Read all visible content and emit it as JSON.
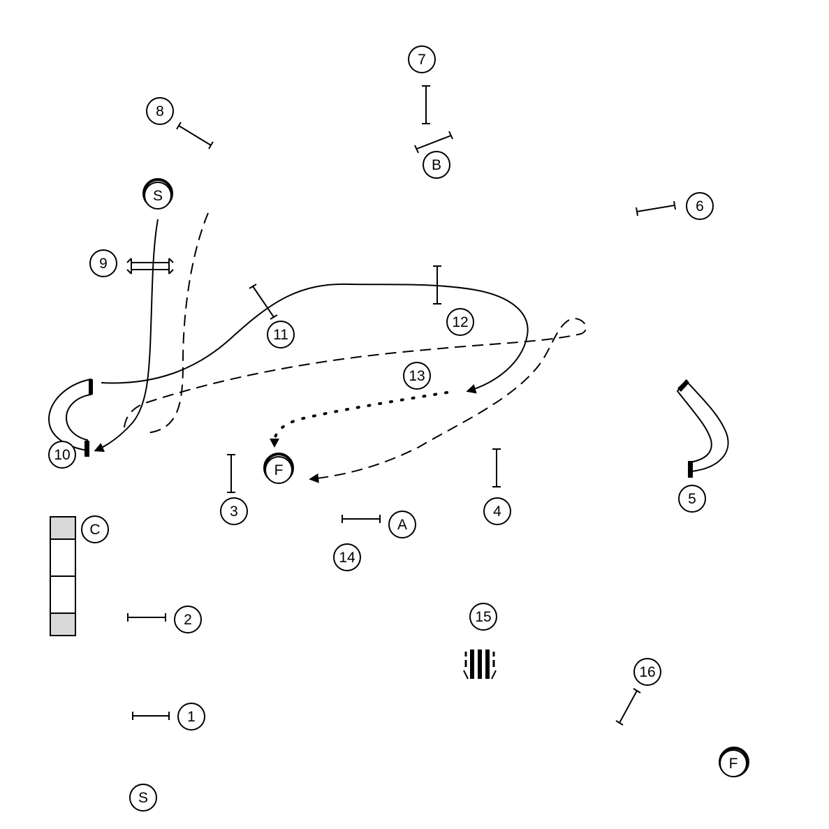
{
  "colors": {
    "ink": "#000000",
    "paper": "#ffffff",
    "shade": "#d9d9d9"
  },
  "markers": {
    "jump_1": "1",
    "jump_2": "2",
    "jump_3": "3",
    "jump_4": "4",
    "tunnel_5": "5",
    "jump_6": "6",
    "jump_7": "7",
    "jump_8": "8",
    "spread_9": "9",
    "tunnel_10": "10",
    "jump_11": "11",
    "jump_12": "12",
    "label_13": "13",
    "jump_14": "14",
    "weave_15": "15",
    "jump_16": "16",
    "jump_a": "A",
    "jump_b": "B",
    "table_c": "C",
    "start_main": "S",
    "finish_main": "F",
    "start_alt": "S",
    "finish_alt": "F"
  },
  "paths": [
    {
      "name": "handler-path-solid",
      "style": "solid"
    },
    {
      "name": "handler-path-dashed",
      "style": "dashed"
    },
    {
      "name": "handler-path-dotted",
      "style": "dotted"
    }
  ]
}
